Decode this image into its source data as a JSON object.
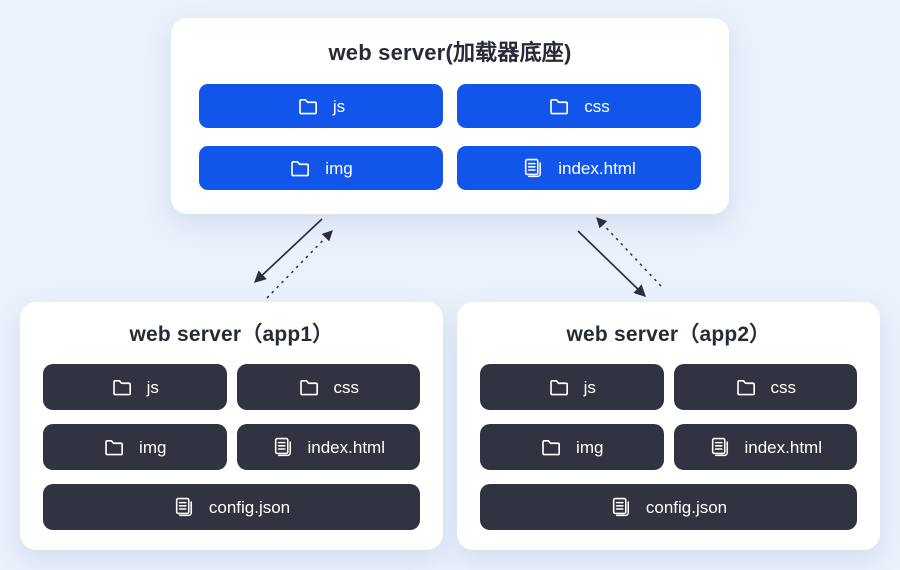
{
  "colors": {
    "background": "#ebf1fb",
    "primary_blue": "#1155eb",
    "dark_slate": "#313440",
    "title_text": "#272b37",
    "button_text": "#ffffff",
    "arrow": "#2b2f3a"
  },
  "top_server": {
    "title": "web server(加载器底座)",
    "items": [
      {
        "label": "js",
        "icon": "folder-icon"
      },
      {
        "label": "css",
        "icon": "folder-icon"
      },
      {
        "label": "img",
        "icon": "folder-icon"
      },
      {
        "label": "index.html",
        "icon": "file-icon"
      }
    ]
  },
  "app_servers": [
    {
      "title": "web server（app1）",
      "items": [
        {
          "label": "js",
          "icon": "folder-icon"
        },
        {
          "label": "css",
          "icon": "folder-icon"
        },
        {
          "label": "img",
          "icon": "folder-icon"
        },
        {
          "label": "index.html",
          "icon": "file-icon"
        },
        {
          "label": "config.json",
          "icon": "file-icon",
          "full_width": true
        }
      ]
    },
    {
      "title": "web server（app2）",
      "items": [
        {
          "label": "js",
          "icon": "folder-icon"
        },
        {
          "label": "css",
          "icon": "folder-icon"
        },
        {
          "label": "img",
          "icon": "folder-icon"
        },
        {
          "label": "index.html",
          "icon": "file-icon"
        },
        {
          "label": "config.json",
          "icon": "file-icon",
          "full_width": true
        }
      ]
    }
  ]
}
